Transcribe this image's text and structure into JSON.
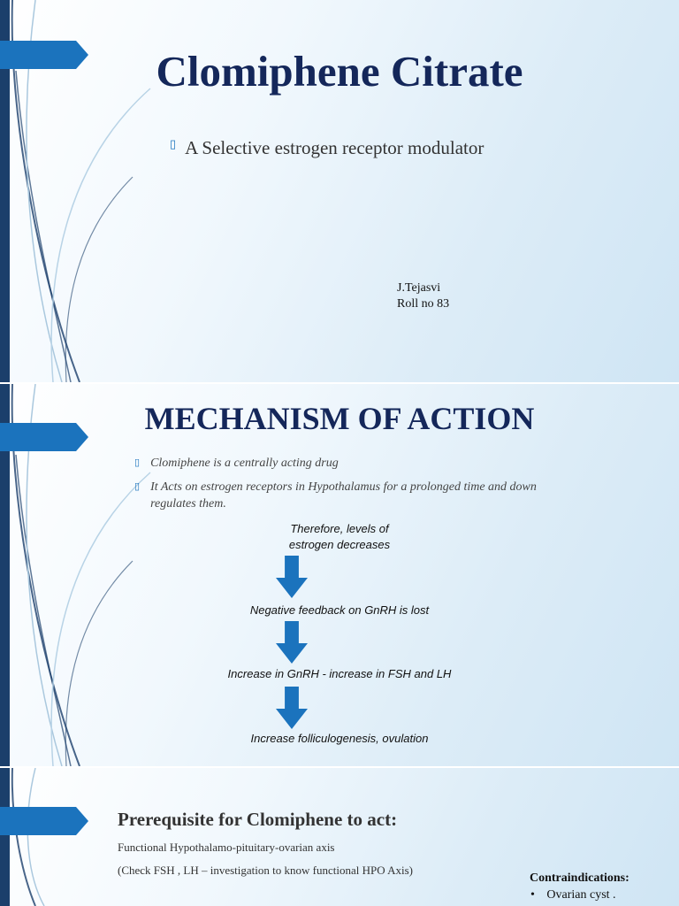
{
  "slide1": {
    "title": "Clomiphene Citrate",
    "subtitle": "A Selective estrogen receptor modulator",
    "author_name": "J.Tejasvi",
    "author_roll": "Roll no 83"
  },
  "slide2": {
    "title": "MECHANISM OF ACTION",
    "bullets": [
      "Clomiphene is a centrally acting drug",
      "It Acts on estrogen receptors in Hypothalamus for a prolonged time and down regulates them."
    ],
    "flow": [
      "Therefore, levels of",
      "estrogen decreases",
      "Negative feedback on GnRH is lost",
      "Increase in GnRH - increase in FSH and LH",
      "Increase folliculogenesis, ovulation"
    ]
  },
  "slide3": {
    "title": "Prerequisite for Clomiphene to act:",
    "line1": "Functional Hypothalamo-pituitary-ovarian axis",
    "line2": "(Check FSH , LH – investigation to know functional HPO Axis)",
    "contra_heading": "Contraindications:",
    "contra_items": [
      "Ovarian cyst ."
    ]
  },
  "bullet_glyph": "▯",
  "list_dot": "•",
  "colors": {
    "title": "#14275a",
    "accent": "#1b73bd",
    "bar": "#1b3f6b"
  }
}
